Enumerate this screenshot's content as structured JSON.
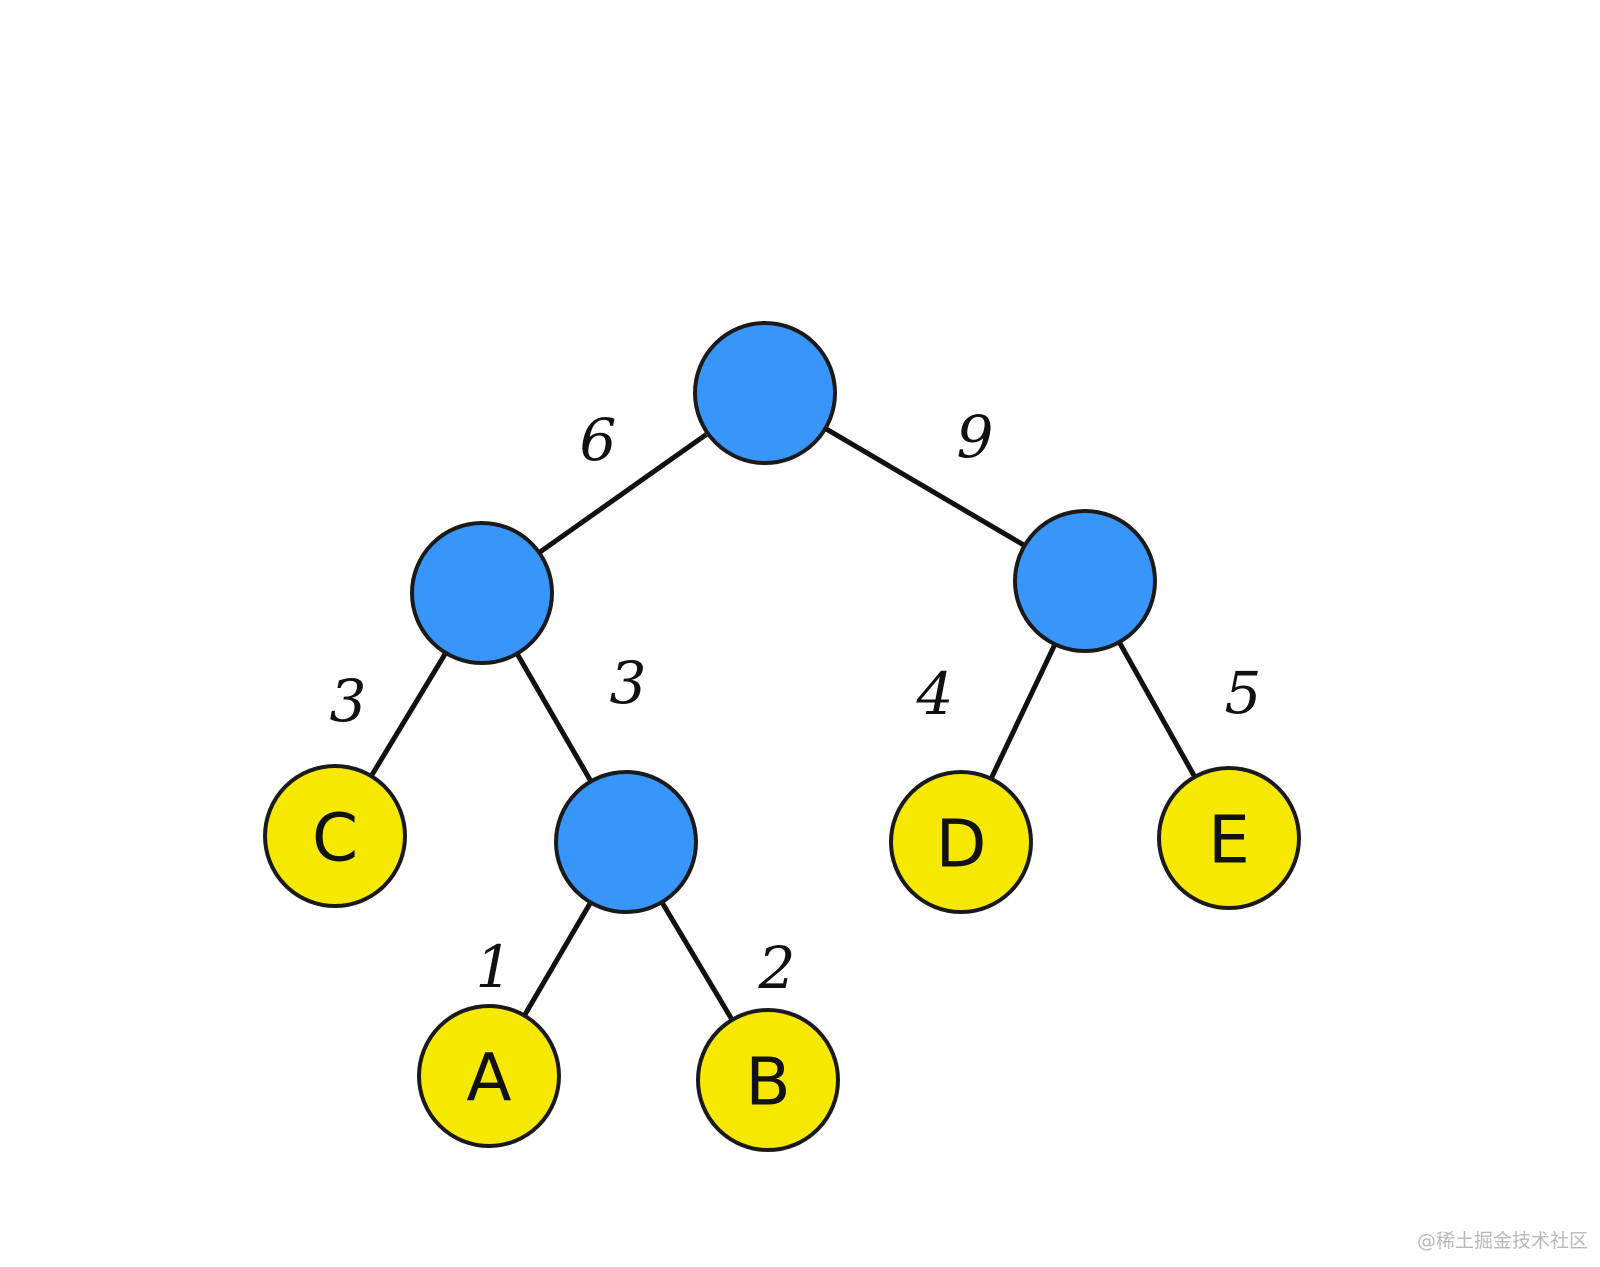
{
  "colors": {
    "internal": "#3895fa",
    "leaf": "#f7e800",
    "outline": "#1a1a1a",
    "edge": "#111111"
  },
  "tree": {
    "nodes": [
      {
        "id": "root",
        "type": "internal",
        "label": ""
      },
      {
        "id": "n6",
        "type": "internal",
        "label": ""
      },
      {
        "id": "n9",
        "type": "internal",
        "label": ""
      },
      {
        "id": "n3",
        "type": "internal",
        "label": ""
      },
      {
        "id": "C",
        "type": "leaf",
        "label": "C"
      },
      {
        "id": "D",
        "type": "leaf",
        "label": "D"
      },
      {
        "id": "E",
        "type": "leaf",
        "label": "E"
      },
      {
        "id": "A",
        "type": "leaf",
        "label": "A"
      },
      {
        "id": "B",
        "type": "leaf",
        "label": "B"
      }
    ],
    "edges": [
      {
        "from": "root",
        "to": "n6",
        "weight": "6"
      },
      {
        "from": "root",
        "to": "n9",
        "weight": "9"
      },
      {
        "from": "n6",
        "to": "C",
        "weight": "3"
      },
      {
        "from": "n6",
        "to": "n3",
        "weight": "3"
      },
      {
        "from": "n9",
        "to": "D",
        "weight": "4"
      },
      {
        "from": "n9",
        "to": "E",
        "weight": "5"
      },
      {
        "from": "n3",
        "to": "A",
        "weight": "1"
      },
      {
        "from": "n3",
        "to": "B",
        "weight": "2"
      }
    ]
  },
  "watermark": "@稀土掘金技术社区"
}
